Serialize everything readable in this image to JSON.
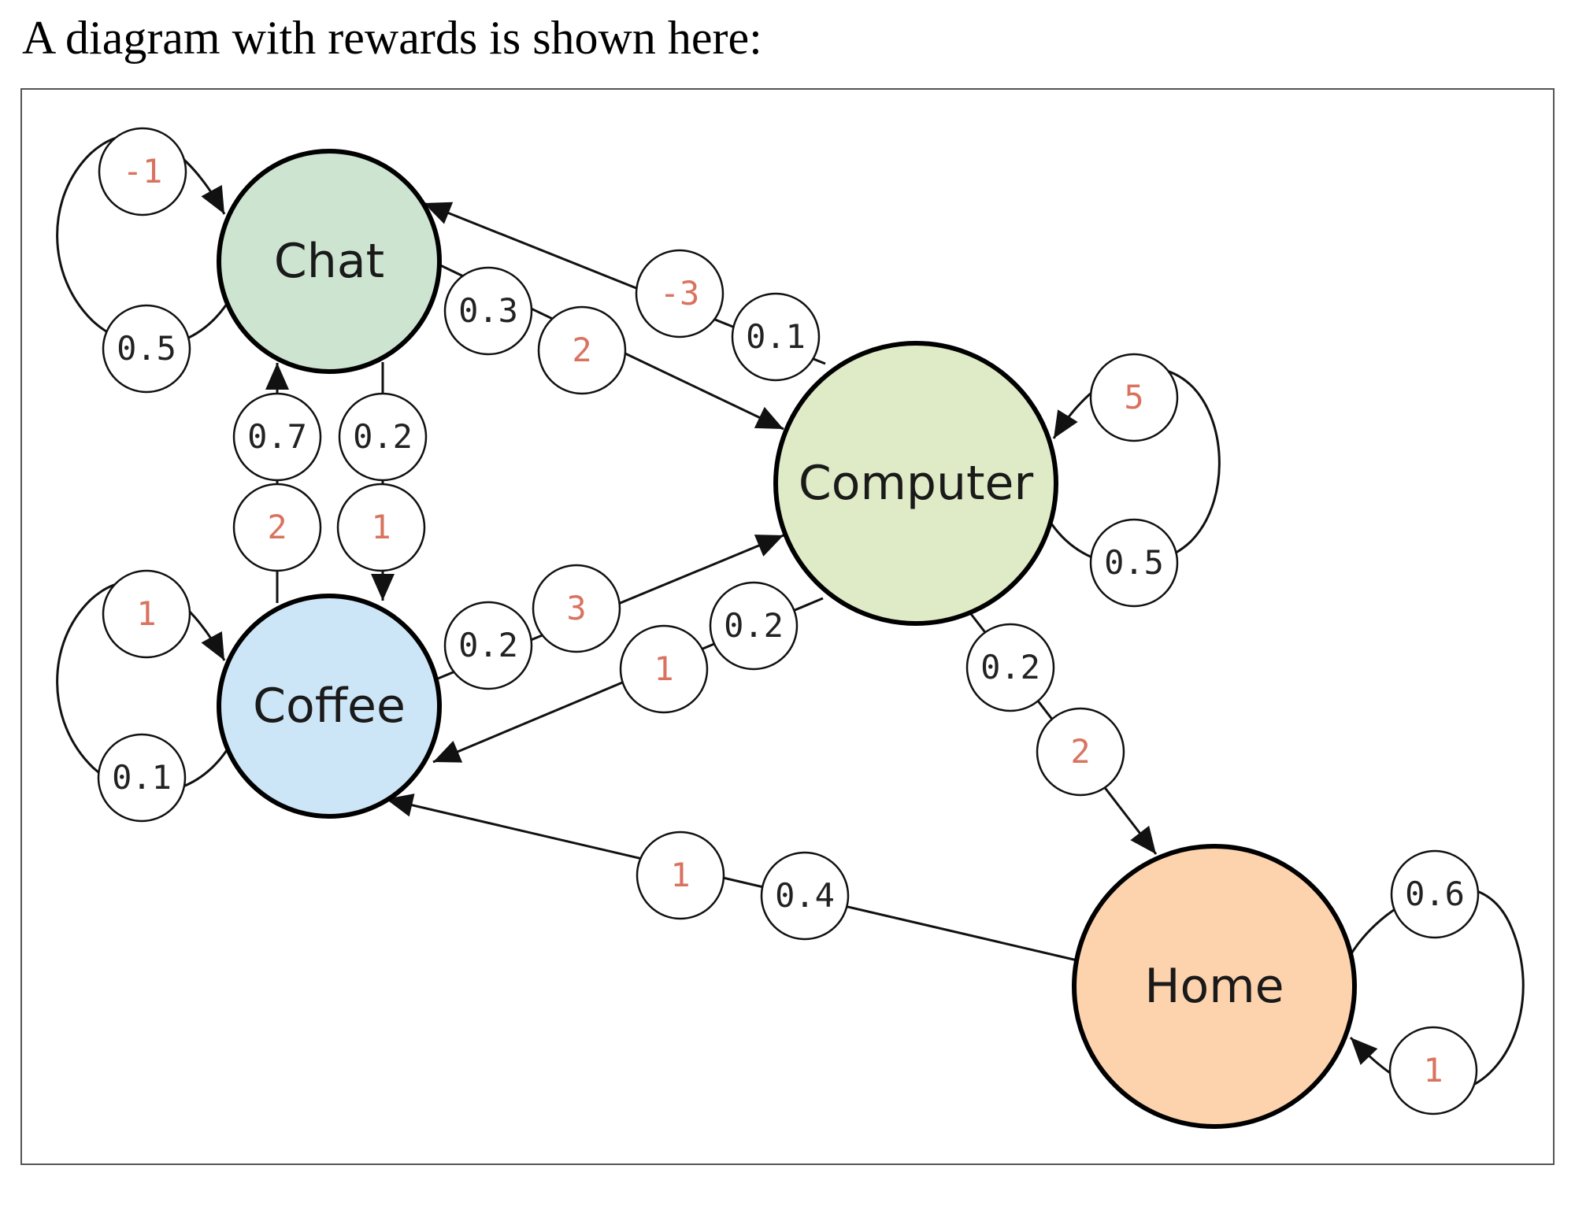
{
  "caption": "A diagram with rewards is shown here:",
  "nodes": [
    {
      "id": "chat",
      "label": "Chat",
      "fill": "#cde4d1"
    },
    {
      "id": "coffee",
      "label": "Coffee",
      "fill": "#cde6f7"
    },
    {
      "id": "computer",
      "label": "Computer",
      "fill": "#dfeac6"
    },
    {
      "id": "home",
      "label": "Home",
      "fill": "#fdd3ad"
    }
  ],
  "edges": [
    {
      "id": "chat-chat",
      "from": "chat",
      "to": "chat",
      "reward": "-1",
      "probability": "0.5"
    },
    {
      "id": "chat-coffee",
      "from": "chat",
      "to": "coffee",
      "reward": "1",
      "probability": "0.2"
    },
    {
      "id": "chat-computer",
      "from": "chat",
      "to": "computer",
      "reward": "2",
      "probability": "0.3"
    },
    {
      "id": "coffee-chat",
      "from": "coffee",
      "to": "chat",
      "reward": "2",
      "probability": "0.7"
    },
    {
      "id": "coffee-coffee",
      "from": "coffee",
      "to": "coffee",
      "reward": "1",
      "probability": "0.1"
    },
    {
      "id": "coffee-computer",
      "from": "coffee",
      "to": "computer",
      "reward": "3",
      "probability": "0.2"
    },
    {
      "id": "computer-chat",
      "from": "computer",
      "to": "chat",
      "reward": "-3",
      "probability": "0.1"
    },
    {
      "id": "computer-coffee",
      "from": "computer",
      "to": "coffee",
      "reward": "1",
      "probability": "0.2"
    },
    {
      "id": "computer-computer",
      "from": "computer",
      "to": "computer",
      "reward": "5",
      "probability": "0.5"
    },
    {
      "id": "computer-home",
      "from": "computer",
      "to": "home",
      "reward": "2",
      "probability": "0.2"
    },
    {
      "id": "home-coffee",
      "from": "home",
      "to": "coffee",
      "reward": "1",
      "probability": "0.4"
    },
    {
      "id": "home-home",
      "from": "home",
      "to": "home",
      "reward": "1",
      "probability": "0.6"
    }
  ],
  "colors": {
    "reward_text": "#d9735f",
    "probability_text": "#222222",
    "edge": "#111111",
    "frame": "#555555"
  }
}
